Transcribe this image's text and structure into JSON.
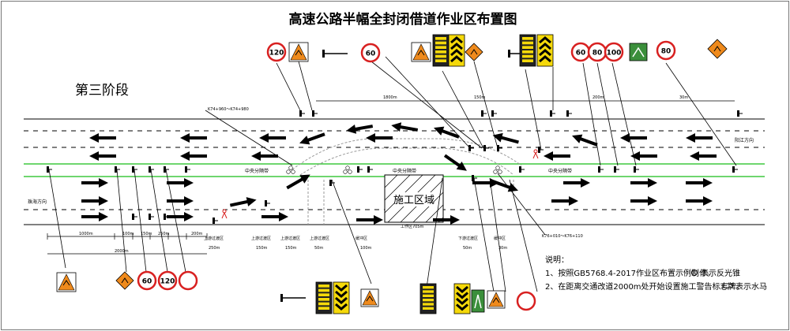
{
  "title": "高速公路半幅全封闭借道作业区布置图",
  "stage": "第三阶段",
  "directions": {
    "right": "阳江方向",
    "left": "珠海方向"
  },
  "median_labels": [
    "中央分隔带",
    "中央分隔带",
    "中央分隔带"
  ],
  "work_zone": {
    "label": "施工区域",
    "length": "工作区705m"
  },
  "stations": {
    "upper": "K74+960～K74+980",
    "lower": "K76+010～K76+110"
  },
  "bottom_dims": [
    {
      "label": "1000m"
    },
    {
      "label": "100m"
    },
    {
      "label": "150m"
    },
    {
      "label": "250m"
    },
    {
      "label": "200m"
    }
  ],
  "bottom_total": "2000m",
  "zones": [
    {
      "name": "上游过渡区",
      "len": "250m"
    },
    {
      "name": "上游过渡区",
      "len": "150m"
    },
    {
      "name": "上游过渡区",
      "len": "150m"
    },
    {
      "name": "上游过渡区",
      "len": "50m"
    },
    {
      "name": "缓冲区",
      "len": "100m"
    },
    {
      "name": "下游过渡区",
      "len": "50m"
    },
    {
      "name": "缓冲区",
      "len": "30m"
    }
  ],
  "top_dims": [
    "1800m",
    "150m",
    "200m",
    "30m"
  ],
  "speed_signs": [
    "120",
    "60",
    "60",
    "80",
    "100",
    "80",
    "60",
    "120"
  ],
  "notes": {
    "header": "说明：",
    "line1": "1、按照GB5768.4-2017作业区布置示例制作。",
    "legend1": "表示反光锥",
    "line2": "2、在距离交通改道2000m处开始设置施工警告标志牌。",
    "legend2": "表示水马"
  },
  "colors": {
    "median": "#3ec93e",
    "sign_red": "#d82020",
    "sign_orange": "#ef8a1c",
    "arrow_yellow": "#f5d90a",
    "board_green": "#3b8f3b"
  }
}
